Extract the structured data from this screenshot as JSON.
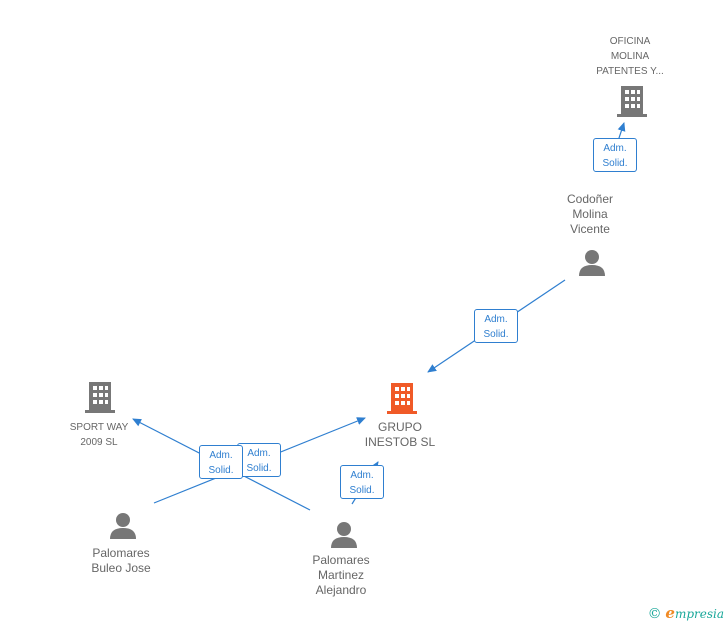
{
  "colors": {
    "edge": "#2f7fd0",
    "person": "#777777",
    "company": "#777777",
    "focus_company": "#f05a28"
  },
  "nodes": {
    "oficina": {
      "label": "OFICINA\nMOLINA\nPATENTES Y...",
      "icon": "building-icon"
    },
    "codoner": {
      "label": "Codoñer\nMolina\nVicente",
      "icon": "person-icon"
    },
    "grupo": {
      "label": "GRUPO\nINESTOB SL",
      "icon": "building-icon"
    },
    "sportway": {
      "label": "SPORT WAY\n2009 SL",
      "icon": "building-icon"
    },
    "buleo": {
      "label": "Palomares\nBuleo Jose",
      "icon": "person-icon"
    },
    "martinez": {
      "label": "Palomares\nMartinez\nAlejandro",
      "icon": "person-icon"
    }
  },
  "edges": {
    "e1": {
      "label": "Adm.\nSolid."
    },
    "e2": {
      "label": "Adm.\nSolid."
    },
    "e3": {
      "label": "Adm.\nSolid."
    },
    "e4": {
      "label": "Adm.\nSolid."
    },
    "e5": {
      "label": "Adm.\nSolid."
    }
  },
  "footer": {
    "copyright": "©",
    "brand_e": "e",
    "brand_rest": "mpresia"
  }
}
